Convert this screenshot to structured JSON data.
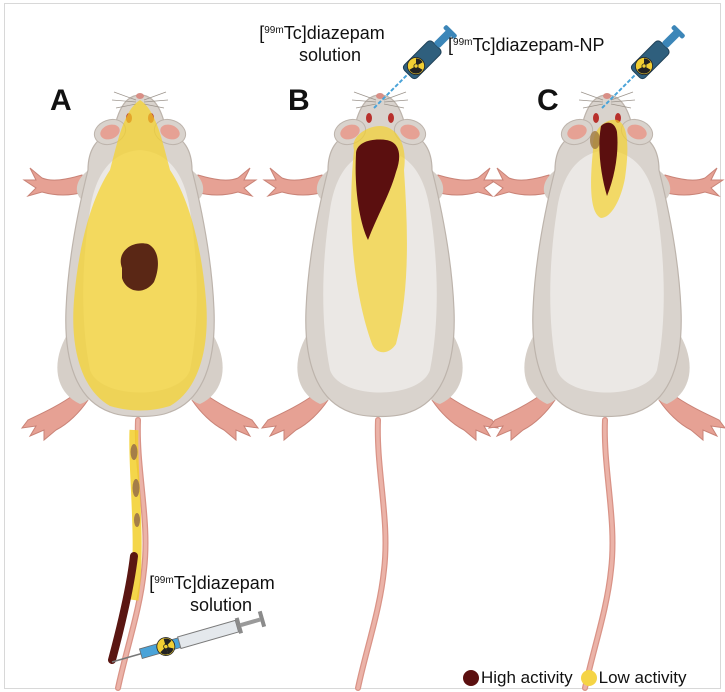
{
  "panels": [
    {
      "letter": "A"
    },
    {
      "letter": "B"
    },
    {
      "letter": "C"
    }
  ],
  "labels": {
    "b_prefix": "[",
    "b_sup": "99m",
    "b_line1": "Tc]diazepam",
    "b_line2": "solution",
    "c_prefix": "[",
    "c_sup": "99m",
    "c_line1": "Tc]diazepam-NP",
    "a_prefix": "[",
    "a_sup": "99m",
    "a_line1": "Tc]diazepam",
    "a_line2": "solution"
  },
  "legend": {
    "high": "High activity",
    "low": "Low activity",
    "high_color": "#5b0f0f",
    "low_color": "#f5d445"
  },
  "colors": {
    "body": "#d9d3cd",
    "belly": "#ebe8e5",
    "outline": "#b6aea6",
    "pink": "#e7a59a",
    "tail": "#e4a79c"
  }
}
